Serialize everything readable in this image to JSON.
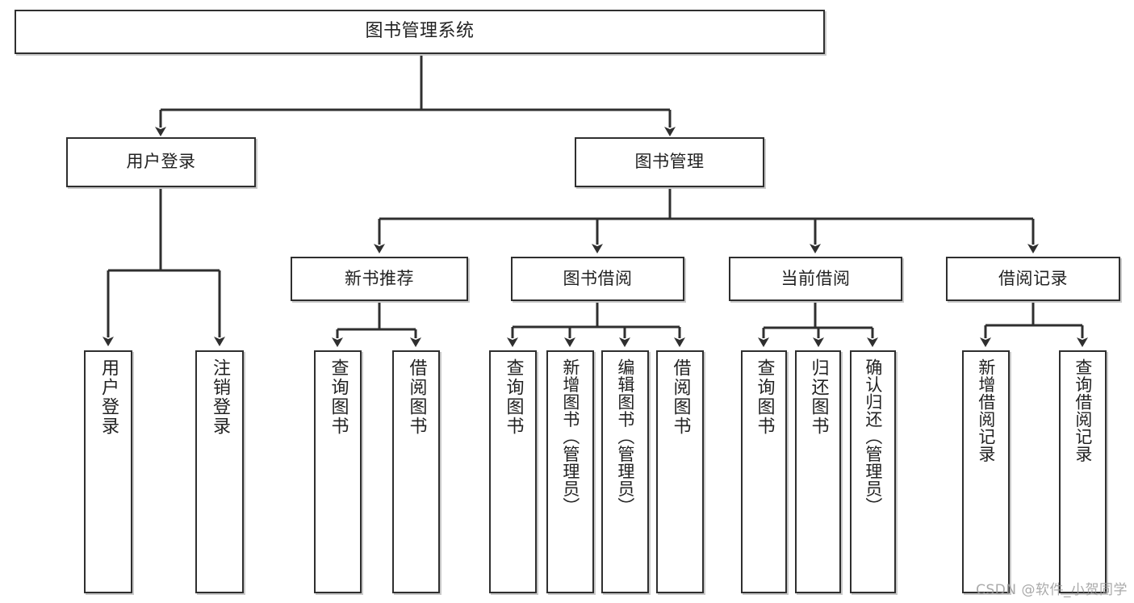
{
  "diagram": {
    "title": "图书管理系统",
    "type": "hierarchy-tree",
    "watermark": "CSDN @软件_小贺同学",
    "colors": {
      "background": "#ffffff",
      "border": "#2f2f2f",
      "line": "#2f2f2f",
      "text": "#222222",
      "shadow": "#c9c9c9",
      "watermark": "#9b9b9b"
    },
    "root": {
      "label": "图书管理系统"
    },
    "level1": [
      {
        "label": "用户登录"
      },
      {
        "label": "图书管理"
      }
    ],
    "level2": [
      {
        "label": "新书推荐"
      },
      {
        "label": "图书借阅"
      },
      {
        "label": "当前借阅"
      },
      {
        "label": "借阅记录"
      }
    ],
    "leaves": {
      "user_login": [
        {
          "label": "用户登录"
        },
        {
          "label": "注销登录"
        }
      ],
      "new_book_recommend": [
        {
          "label": "查询图书"
        },
        {
          "label": "借阅图书"
        }
      ],
      "book_borrow": [
        {
          "label": "查询图书"
        },
        {
          "label": "新增图书（管理员）"
        },
        {
          "label": "编辑图书（管理员）"
        },
        {
          "label": "借阅图书"
        }
      ],
      "current_borrow": [
        {
          "label": "查询图书"
        },
        {
          "label": "归还图书"
        },
        {
          "label": "确认归还（管理员）"
        }
      ],
      "borrow_record": [
        {
          "label": "新增借阅记录"
        },
        {
          "label": "查询借阅记录"
        }
      ]
    }
  }
}
